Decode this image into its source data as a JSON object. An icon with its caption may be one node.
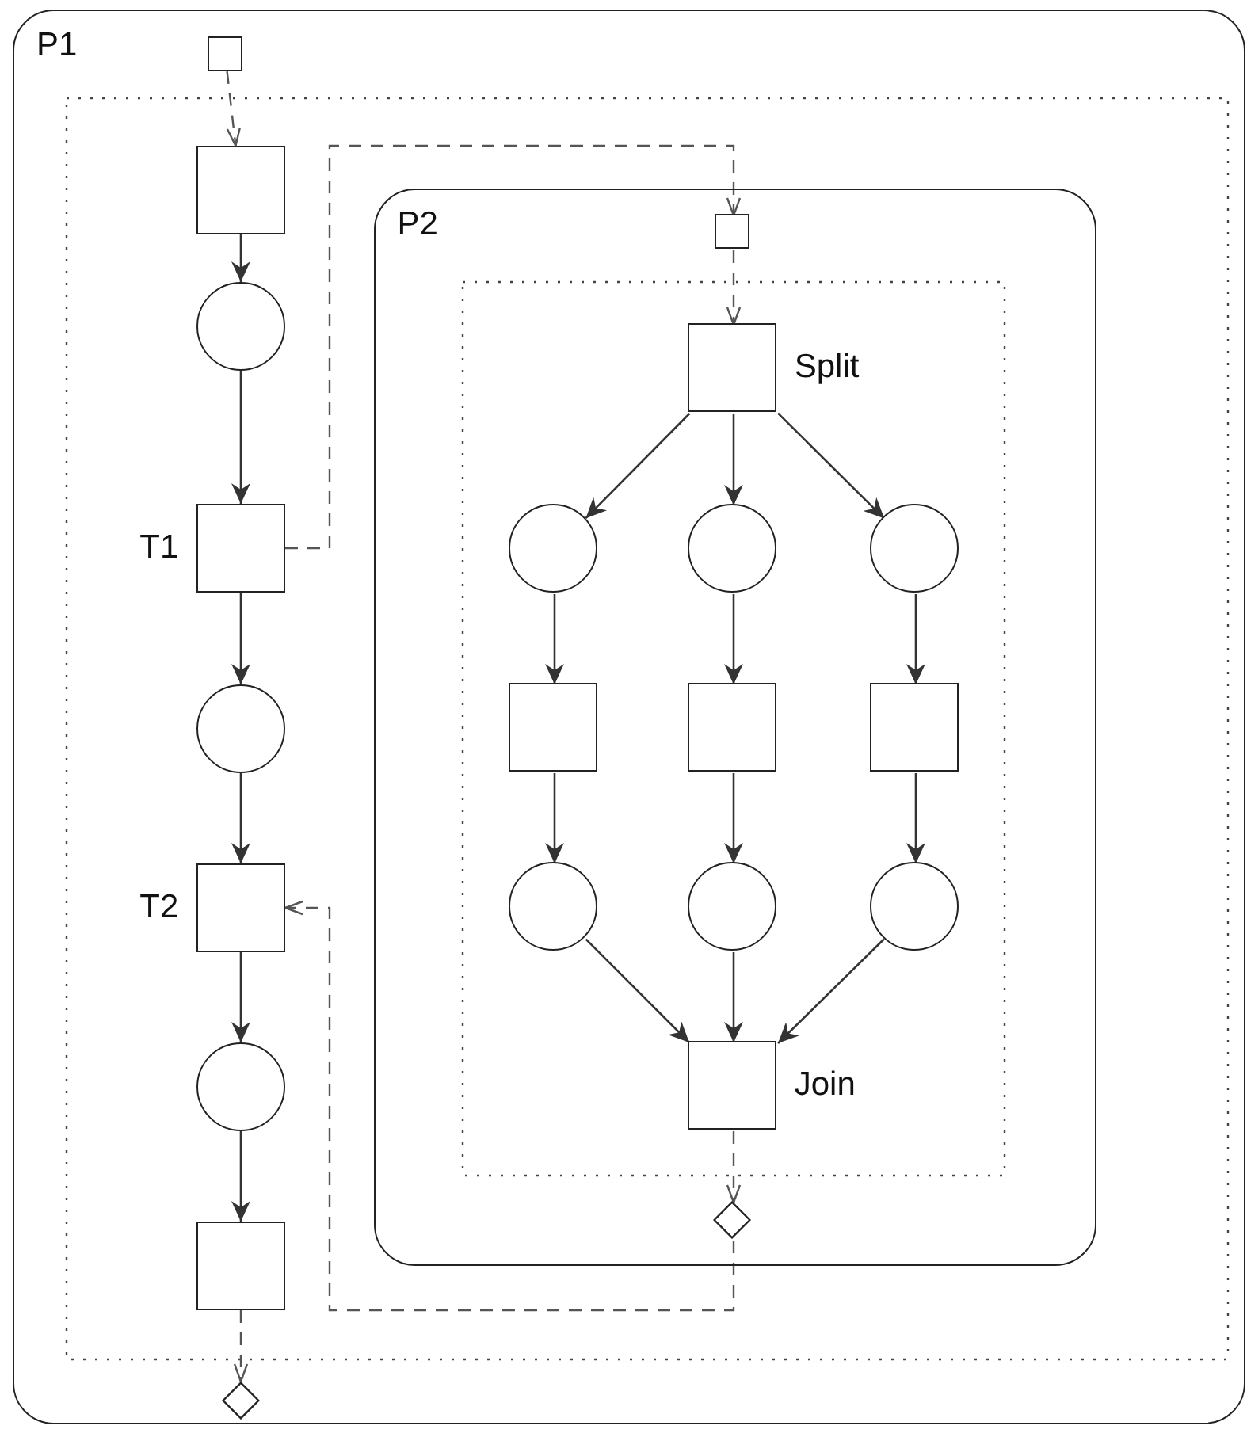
{
  "diagram": {
    "nodes": [
      {
        "text": [
          "P1"
        ]
      },
      {
        "text": [],
        "shape": "box",
        "in": 0
      },
      {
        "text": [],
        "shape": "box",
        "in": 0
      },
      {
        "text": [],
        "shape": "circle",
        "in": 0
      },
      {
        "text": [
          "T1"
        ],
        "in": 0
      },
      {
        "text": [],
        "shape": "circle",
        "in": 0
      },
      {
        "text": [
          "T2"
        ],
        "in": 0
      },
      {
        "text": [],
        "shape": "circle",
        "in": 0
      },
      {
        "text": [],
        "shape": "box",
        "in": 0
      },
      {
        "text": [],
        "shape": "diamond",
        "in": 0
      },
      {
        "text": [
          "P2"
        ],
        "in": 0
      },
      {
        "text": [],
        "shape": "box",
        "in": 10
      },
      {
        "text": [
          "Split"
        ],
        "in": 10
      },
      {
        "text": [],
        "shape": "circle",
        "in": 10
      },
      {
        "text": [],
        "shape": "circle",
        "in": 10
      },
      {
        "text": [],
        "shape": "circle",
        "in": 10
      },
      {
        "text": [],
        "shape": "box",
        "in": 10
      },
      {
        "text": [],
        "shape": "box",
        "in": 10
      },
      {
        "text": [],
        "shape": "box",
        "in": 10
      },
      {
        "text": [],
        "shape": "circle",
        "in": 10
      },
      {
        "text": [],
        "shape": "circle",
        "in": 10
      },
      {
        "text": [],
        "shape": "circle",
        "in": 10
      },
      {
        "text": [
          "Join"
        ],
        "in": 10
      },
      {
        "text": [],
        "shape": "diamond",
        "in": 10
      }
    ],
    "edges": [
      {
        "from": 1,
        "to": 2,
        "arrow": "to",
        "style": "dashed"
      },
      {
        "from": 2,
        "to": 3,
        "arrow": "to"
      },
      {
        "from": 3,
        "to": 4,
        "arrow": "to"
      },
      {
        "from": 4,
        "to": 5,
        "arrow": "to"
      },
      {
        "from": 5,
        "to": 6,
        "arrow": "to"
      },
      {
        "from": 6,
        "to": 7,
        "arrow": "to"
      },
      {
        "from": 7,
        "to": 8,
        "arrow": "to"
      },
      {
        "from": 8,
        "to": 9,
        "arrow": "to",
        "style": "dashed"
      },
      {
        "from": 4,
        "to": 11,
        "arrow": "to",
        "style": "dashed"
      },
      {
        "from": 11,
        "to": 12,
        "arrow": "to",
        "style": "dashed"
      },
      {
        "from": 12,
        "to": 13,
        "arrow": "to"
      },
      {
        "from": 12,
        "to": 14,
        "arrow": "to"
      },
      {
        "from": 12,
        "to": 15,
        "arrow": "to"
      },
      {
        "from": 13,
        "to": 16,
        "arrow": "to"
      },
      {
        "from": 14,
        "to": 17,
        "arrow": "to"
      },
      {
        "from": 15,
        "to": 18,
        "arrow": "to"
      },
      {
        "from": 16,
        "to": 19,
        "arrow": "to"
      },
      {
        "from": 17,
        "to": 20,
        "arrow": "to"
      },
      {
        "from": 18,
        "to": 21,
        "arrow": "to"
      },
      {
        "from": 19,
        "to": 22,
        "arrow": "to"
      },
      {
        "from": 20,
        "to": 22,
        "arrow": "to"
      },
      {
        "from": 21,
        "to": 22,
        "arrow": "to"
      },
      {
        "from": 22,
        "to": 23,
        "arrow": "to",
        "style": "dashed"
      },
      {
        "from": 23,
        "to": 6,
        "arrow": "to",
        "style": "dashed"
      }
    ]
  }
}
